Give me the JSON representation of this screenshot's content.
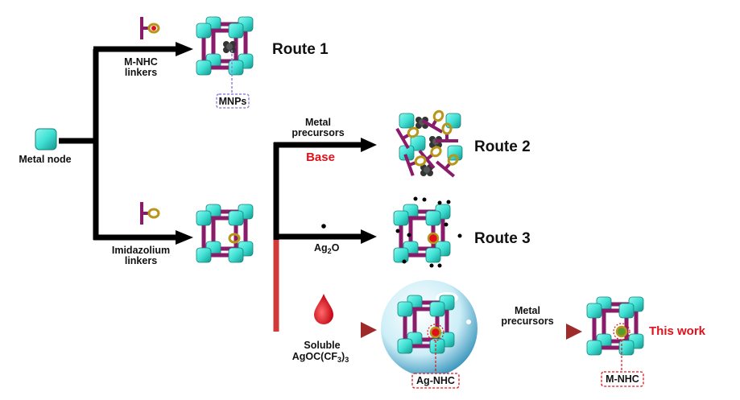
{
  "figure": {
    "colors": {
      "cube": "#3fe0d4",
      "strut": "#8a1a6a",
      "arrow": "#000000",
      "arrow_red": "#d23a3a",
      "highlight_red": "#e0111b",
      "mnp_box": "#9a7fe0",
      "ring": "#b8961a",
      "bubble": "#bfe6f2"
    },
    "start": {
      "label": "Metal node",
      "icon": "metal-node-cube-icon"
    },
    "route1": {
      "linker_label_line1": "M-NHC",
      "linker_label_line2": "linkers",
      "title": "Route 1",
      "tag": "MNPs"
    },
    "lower_branch": {
      "linker_label_line1": "Imidazolium",
      "linker_label_line2": "linkers"
    },
    "route2": {
      "reagent_line1": "Metal",
      "reagent_line2": "precursors",
      "condition": "Base",
      "title": "Route 2"
    },
    "route3": {
      "reagent_main": "Ag",
      "reagent_sub": "2",
      "reagent_end": "O",
      "title": "Route 3"
    },
    "this_work": {
      "reagent_line1": "Soluble",
      "reagent_line2_main": "AgOC(CF",
      "reagent_line2_sub": "3",
      "reagent_line2_end": ")",
      "reagent_line2_sub2": "3",
      "intermediate_tag": "Ag-NHC",
      "step2_line1": "Metal",
      "step2_line2": "precursors",
      "product_tag": "M-NHC",
      "title": "This work"
    }
  }
}
